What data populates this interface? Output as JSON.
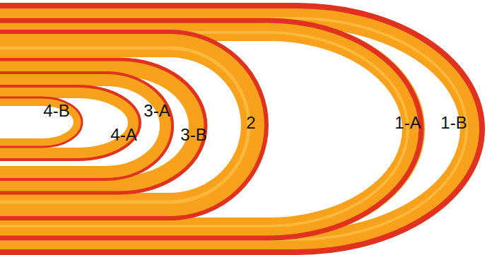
{
  "diagram": {
    "labels": [
      "4-B",
      "3-A",
      "4-A",
      "3-B",
      "2",
      "1-A",
      "1-B"
    ]
  }
}
